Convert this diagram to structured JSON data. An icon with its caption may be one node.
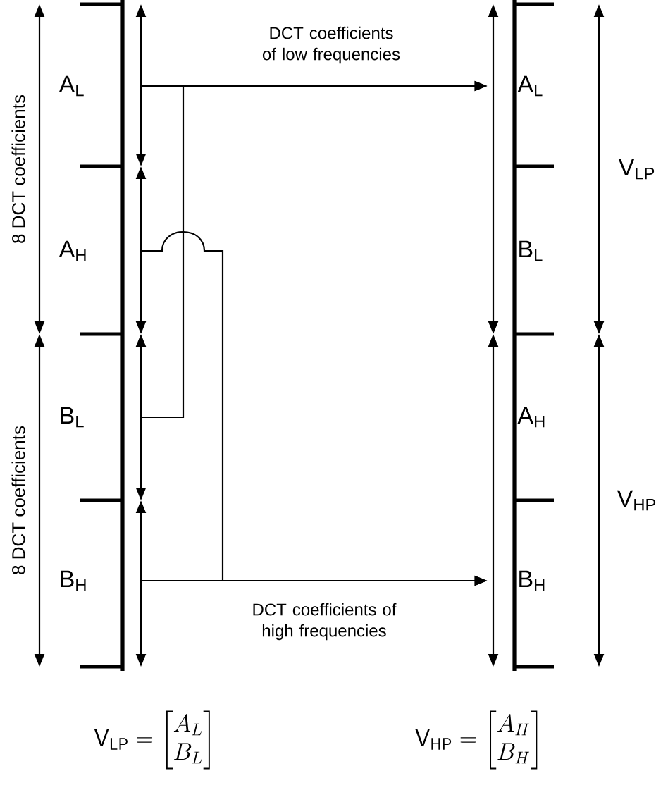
{
  "diagram": {
    "nodes": [
      {
        "text": [
          "A$_{L}$"
        ]
      },
      {
        "text": [
          "A$_{H}$"
        ]
      },
      {
        "text": [
          "B$_{L}$"
        ]
      },
      {
        "text": [
          "B$_{H}$"
        ]
      },
      {
        "text": [
          "A$_{L}$"
        ]
      },
      {
        "text": [
          "B$_{L}$"
        ]
      },
      {
        "text": [
          "A$_{H}$"
        ]
      },
      {
        "text": [
          "B$_{H}$"
        ]
      },
      {
        "text": [],
        "shape": "bar"
      },
      {
        "text": [],
        "shape": "bar"
      }
    ],
    "edges": [
      {
        "from": 0,
        "to": 8,
        "arrow": "to",
        "label": "DCT coefficients of low frequencies"
      },
      {
        "from": 2,
        "to": 8,
        "arrow": "to"
      },
      {
        "from": 1,
        "to": 9,
        "arrow": "to"
      },
      {
        "from": 3,
        "to": 9,
        "arrow": "to",
        "label": "DCT coefficients of high frequencies"
      }
    ],
    "labels": [
      "8 DCT coefficients",
      "8 DCT coefficients",
      "V$_{LP}$",
      "V$_{HP}$",
      "\\mathsf{V}_{\\mathsf{LP}} = \\begin{bmatrix} A_L \\\\ B_L \\end{bmatrix}",
      "\\mathsf{V}_{\\mathsf{HP}} = \\begin{bmatrix} A_H \\\\ B_H \\end{bmatrix}"
    ]
  }
}
